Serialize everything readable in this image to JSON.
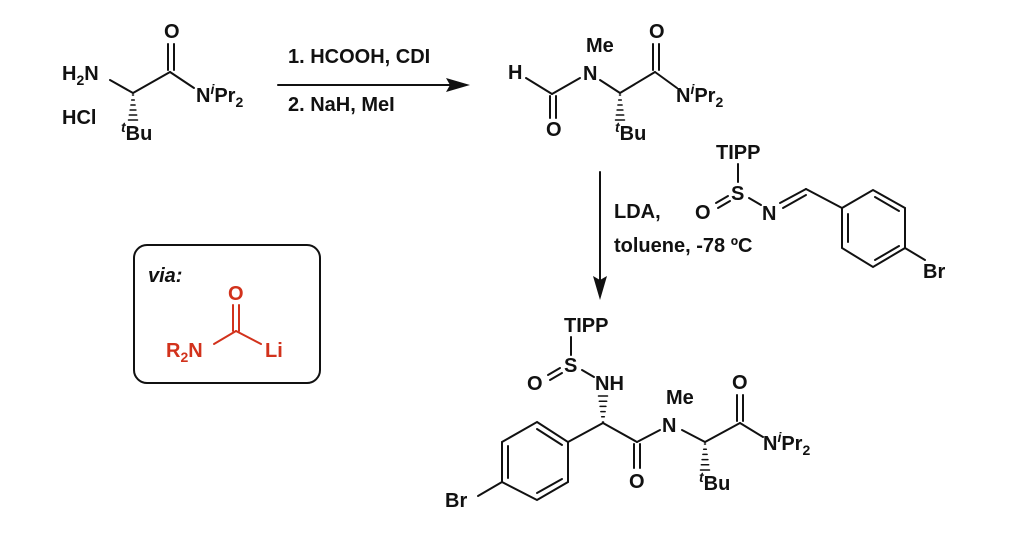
{
  "starting_material": {
    "amine": [
      "H",
      "2",
      "N"
    ],
    "salt": "HCl",
    "carbonyl_o": "O",
    "amide": [
      "N",
      "i",
      "Pr",
      "2"
    ],
    "tbu": [
      "t",
      "Bu"
    ]
  },
  "step1": {
    "reagents_1": "1. HCOOH, CDI",
    "reagents_2": "2. NaH, MeI"
  },
  "formamide": {
    "h": "H",
    "n": "N",
    "me": "Me",
    "formyl_o": "O",
    "carbonyl_o": "O",
    "amide": [
      "N",
      "i",
      "Pr",
      "2"
    ],
    "tbu": [
      "t",
      "Bu"
    ]
  },
  "step2": {
    "reagents_1": "LDA,",
    "reagents_2": "toluene, -78 ºC"
  },
  "sulfinimine": {
    "tipp": "TIPP",
    "s": "S",
    "o": "O",
    "n": "N",
    "br": "Br"
  },
  "via_box": {
    "label": "via:",
    "o": "O",
    "r2n": [
      "R",
      "2",
      "N"
    ],
    "li": "Li",
    "color": "#d2321c"
  },
  "product": {
    "tipp": "TIPP",
    "s": "S",
    "o": "O",
    "nh": "NH",
    "br": "Br",
    "amide1_o": "O",
    "n": "N",
    "me": "Me",
    "carbonyl_o": "O",
    "amide": [
      "N",
      "i",
      "Pr",
      "2"
    ],
    "tbu": [
      "t",
      "Bu"
    ]
  }
}
